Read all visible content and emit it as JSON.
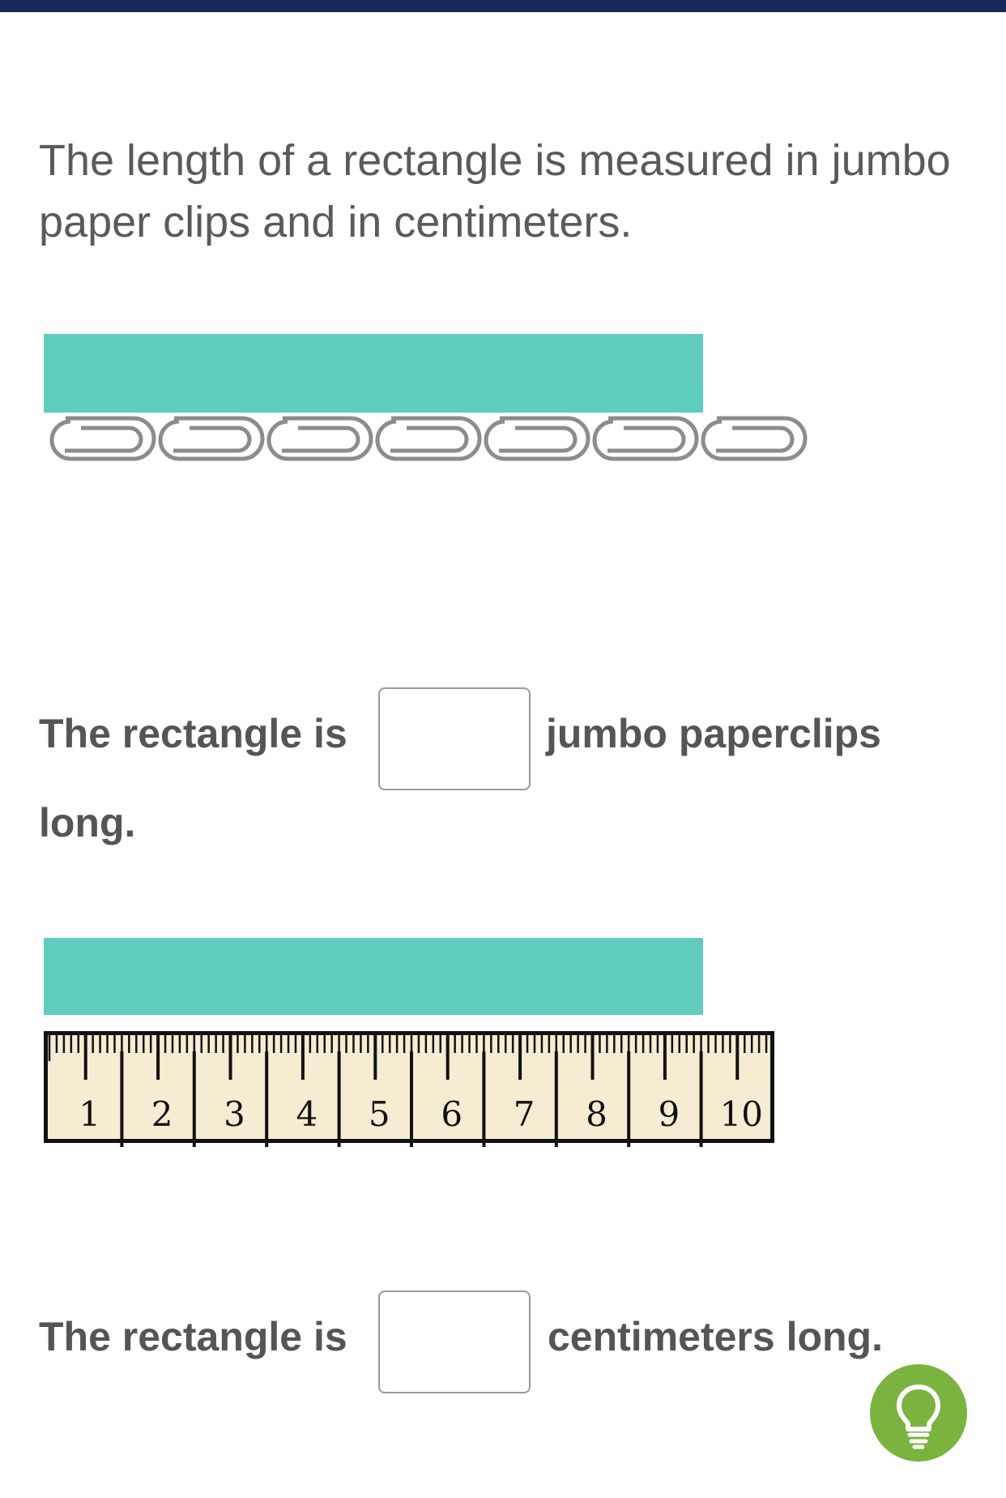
{
  "question": {
    "intro_text": "The length of a rectangle is measured in jumbo paper clips and in centimeters."
  },
  "paperclip_measure": {
    "clip_count": 7,
    "sentence_before": "The rectangle is",
    "sentence_after_line1": "jumbo paperclips",
    "sentence_after_line2": "long.",
    "answer_value": ""
  },
  "ruler_measure": {
    "ruler_labels": [
      "1",
      "2",
      "3",
      "4",
      "5",
      "6",
      "7",
      "8",
      "9",
      "10"
    ],
    "sentence_before": "The rectangle is",
    "sentence_after": "centimeters long.",
    "answer_value": ""
  },
  "colors": {
    "header_bar": "#17295a",
    "rectangle": "#5ecdbe",
    "ruler_background": "#f6ecd2",
    "hint_button": "#7ab33e",
    "paperclip": "#8c8c8c"
  },
  "hint_button": {
    "icon": "lightbulb-icon"
  }
}
